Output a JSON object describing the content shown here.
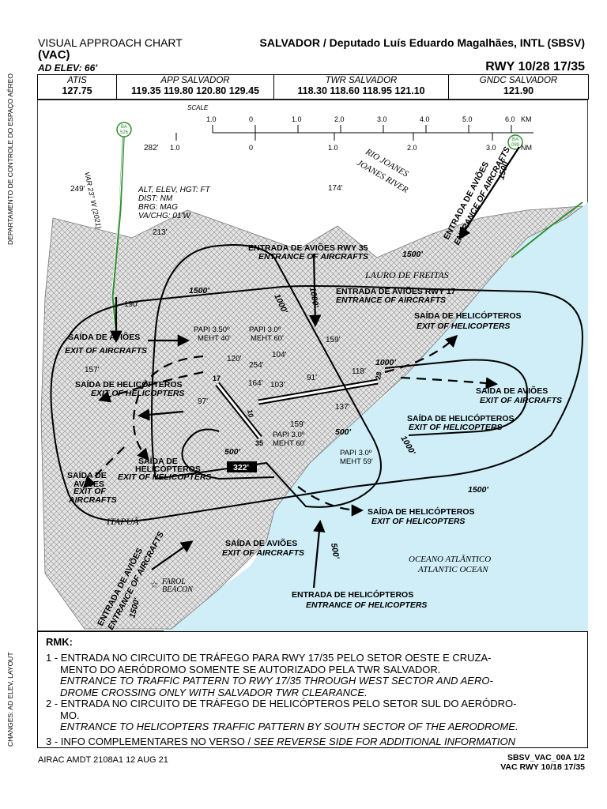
{
  "header": {
    "chart_type": "VISUAL APPROACH CHART",
    "chart_abbrev": "(VAC)",
    "airport": "SALVADOR / Deputado Luís Eduardo Magalhães, INTL (SBSV)",
    "ad_elev": "AD ELEV: 66'",
    "runways": "RWY 10/28 17/35"
  },
  "frequencies": [
    {
      "label": "ATIS",
      "value": "127.75"
    },
    {
      "label": "APP SALVADOR",
      "value": "119.35 119.80 120.80 129.45"
    },
    {
      "label": "TWR SALVADOR",
      "value": "118.30 118.60 118.95 121.10"
    },
    {
      "label": "GNDC SALVADOR",
      "value": "121.90"
    }
  ],
  "side_text": {
    "top": "DEPARTAMENTO DE CONTROLE DO ESPAÇO AÉREO",
    "bottom": "CHANGES: AD ELEV, LAYOUT"
  },
  "map": {
    "scale_label": "SCALE",
    "km_ticks": [
      "1.0",
      "0",
      "1.0",
      "2.0",
      "3.0",
      "4.0",
      "5.0",
      "6.0"
    ],
    "km_unit": "KM",
    "nm_ticks": [
      "1.0",
      "0",
      "1.0",
      "2.0",
      "3.0"
    ],
    "nm_unit": "NM",
    "legend": [
      "ALT, ELEV, HGT: FT",
      "DIST: NM",
      "BRG: MAG",
      "VA/CHG: 01'W"
    ],
    "var": "VAR 23° W (2021)",
    "road_ba526": "BA\n526",
    "road_ba099": "BA\n099",
    "places": {
      "river1": "RIO JOANES",
      "river2": "JOANES RIVER",
      "lauro": "LAURO DE FREITAS",
      "itapua": "ITAPUÃ",
      "ocean1": "OCEANO ATLÂNTICO",
      "ocean2": "ATLANTIC OCEAN",
      "farol": "FAROL",
      "beacon": "BEACON"
    },
    "spot_elevations": [
      "282'",
      "249'",
      "213'",
      "174'",
      "190'",
      "157'",
      "120'",
      "254'",
      "104'",
      "164'",
      "103'",
      "97'",
      "91'",
      "118'",
      "159'",
      "137'",
      "159'"
    ],
    "papi": [
      "PAPI 3.50º",
      "MEHT 40'",
      "PAPI 3.0º",
      "MEHT 60'",
      "PAPI 3.0º",
      "MEHT 60'",
      "PAPI 3.0º",
      "MEHT 59'"
    ],
    "runway_ends": [
      "10",
      "28",
      "17",
      "35"
    ],
    "altitudes": [
      "1500'",
      "1500'",
      "1500'",
      "1500'",
      "1000'",
      "1000'",
      "1000'",
      "1000'",
      "500'",
      "500'",
      "500'"
    ],
    "alt_322": "322'",
    "labels": {
      "entr_rwy35_pt": "ENTRADA DE AVIÕES RWY 35",
      "entr_rwy35_en": "ENTRANCE OF AIRCRAFTS",
      "entr_rwy17_pt": "ENTRADA DE AVIÕES RWY 17",
      "entr_rwy17_en": "ENTRANCE OF AIRCRAFTS",
      "entr_ne_pt": "ENTRADA DE AVIÕES",
      "entr_ne_en": "ENTRANCE OF AIRCRAFTS",
      "entr_sw_pt": "ENTRADA DE AVIÕES",
      "entr_sw_en": "ENTRANCE OF AIRCRAFTS",
      "saida_av_w_pt": "SAÍDA DE AVIÕES",
      "saida_av_w_en": "EXIT OF AIRCRAFTS",
      "saida_heli_w_pt": "SAÍDA DE HELICÓPTEROS",
      "saida_heli_w_en": "EXIT OF HELICOPTERS",
      "saida_heli_ne_pt": "SAÍDA DE HELICÓPTEROS",
      "saida_heli_ne_en": "EXIT OF HELICOPTERS",
      "saida_av_e_pt": "SAÍDA DE AVIÕES",
      "saida_av_e_en": "EXIT OF AIRCRAFTS",
      "saida_heli_e_pt": "SAÍDA DE HELICÓPTEROS",
      "saida_heli_e_en": "EXIT OF HELICOPTERS",
      "saida_heli_sw_pt1": "SAÍDA DE",
      "saida_heli_sw_pt2": "HELICÓPTEROS",
      "saida_heli_sw_en": "EXIT OF HELICOPTERS",
      "saida_av_sw_pt1": "SAÍDA DE",
      "saida_av_sw_pt2": "AVIÕES",
      "saida_av_sw_en1": "EXIT OF",
      "saida_av_sw_en2": "AIRCRAFTS",
      "saida_heli_s_pt": "SAÍDA DE HELICÓPTEROS",
      "saida_heli_s_en": "EXIT OF HELICOPTERS",
      "saida_av_s_pt": "SAÍDA DE AVIÕES",
      "saida_av_s_en": "EXIT OF AIRCRAFTS",
      "entr_heli_pt": "ENTRADA DE HELICÓPTEROS",
      "entr_heli_en": "ENTRANCE OF HELICOPTERS"
    }
  },
  "remarks": {
    "title": "RMK:",
    "r1_pt": "1 - ENTRADA NO CIRCUITO DE TRÁFEGO PARA RWY 17/35 PELO SETOR OESTE E CRUZA-\n     MENTO DO AERÓDROMO SOMENTE SE AUTORIZADO PELA TWR SALVADOR.",
    "r1_en": "     ENTRANCE TO TRAFFIC PATTERN TO RWY 17/35 THROUGH WEST SECTOR AND AERO-\n     DROME CROSSING ONLY WITH SALVADOR TWR CLEARANCE.",
    "r2_pt": "2 - ENTRADA NO CIRCUITO DE TRÁFEGO DE HELICÓPTEROS PELO SETOR SUL DO AERÓDRO-\n     MO.",
    "r2_en": "     ENTRANCE TO HELICOPTERS TRAFFIC PATTERN BY SOUTH SECTOR OF THE AERODROME.",
    "r3_pt": "3 - INFO COMPLEMENTARES NO VERSO / ",
    "r3_en": "SEE REVERSE SIDE FOR ADDITIONAL INFORMATION"
  },
  "footer": {
    "airac": "AIRAC AMDT 2108A1   12 AUG 21",
    "doc_id": "SBSV_VAC_00A 1/2",
    "doc_sub": "VAC RWY 10/18 17/35"
  },
  "colors": {
    "sea": "#cfeef7",
    "land_hatch": "#9a9a9a",
    "road": "#2f8f2f"
  }
}
